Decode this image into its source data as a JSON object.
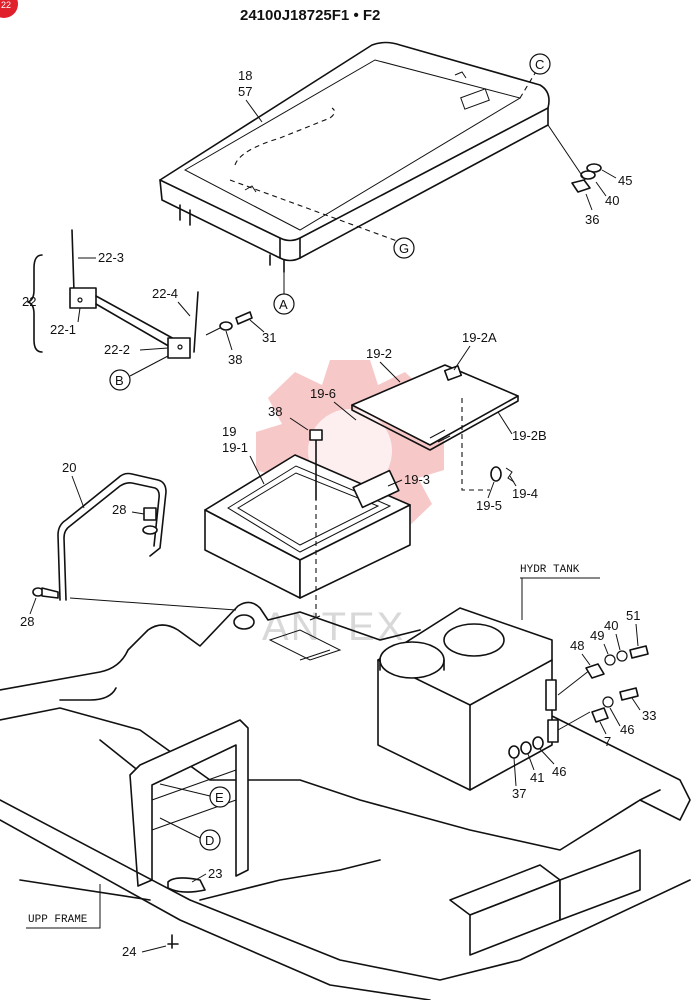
{
  "title": "24100J18725F1 • F2",
  "badge": "22",
  "watermark": "ANTEX",
  "text_labels": {
    "hydr_tank": "HYDR TANK",
    "upp_frame": "UPP FRAME"
  },
  "callouts": {
    "A": "A",
    "B": "B",
    "C": "C",
    "D": "D",
    "E": "E",
    "G": "G"
  },
  "parts": {
    "p18": "18",
    "p57": "57",
    "p45": "45",
    "p40a": "40",
    "p36": "36",
    "p22_3": "22-3",
    "p22": "22",
    "p22_4": "22-4",
    "p22_1": "22-1",
    "p22_2": "22-2",
    "p31": "31",
    "p38a": "38",
    "p19_2A": "19-2A",
    "p19_2": "19-2",
    "p19_6": "19-6",
    "p38b": "38",
    "p19": "19",
    "p19_1": "19-1",
    "p19_2B": "19-2B",
    "p19_3": "19-3",
    "p19_4": "19-4",
    "p19_5": "19-5",
    "p20": "20",
    "p28a": "28",
    "p28b": "28",
    "p51": "51",
    "p49": "49",
    "p40b": "40",
    "p48": "48",
    "p33": "33",
    "p46a": "46",
    "p7": "7",
    "p46b": "46",
    "p41": "41",
    "p37": "37",
    "p23": "23",
    "p24": "24"
  }
}
